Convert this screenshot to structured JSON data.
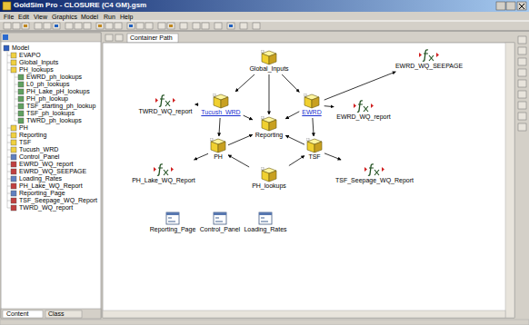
{
  "diagram": {
    "nodes": [
      {
        "text": [
          "Global_Inputs"
        ]
      },
      {
        "text": [
          "Tucush_WRD"
        ]
      },
      {
        "text": [
          "EWRD"
        ]
      },
      {
        "text": [
          "Reporting"
        ]
      },
      {
        "text": [
          "PH"
        ]
      },
      {
        "text": [
          "TSF"
        ]
      },
      {
        "text": [
          "PH_lookups"
        ]
      },
      {
        "text": [
          "TWRD_WQ_report"
        ]
      },
      {
        "text": [
          "EWRD_WQ_report"
        ]
      },
      {
        "text": [
          "EWRD_WQ_SEEPAGE"
        ]
      },
      {
        "text": [
          "PH_Lake_WQ_Report"
        ]
      },
      {
        "text": [
          "TSF_Seepage_WQ_Report"
        ]
      },
      {
        "text": [
          "Reporting_Page"
        ]
      },
      {
        "text": [
          "Control_Panel"
        ]
      },
      {
        "text": [
          "Loading_Rates"
        ]
      }
    ],
    "edges": [
      {
        "from": 0,
        "to": 1,
        "arrow": "to"
      },
      {
        "from": 0,
        "to": 2,
        "arrow": "to"
      },
      {
        "from": 0,
        "to": 3,
        "arrow": "to"
      },
      {
        "from": 1,
        "to": 7,
        "arrow": "to"
      },
      {
        "from": 1,
        "to": 3,
        "arrow": "to"
      },
      {
        "from": 1,
        "to": 4,
        "arrow": "to"
      },
      {
        "from": 2,
        "to": 3,
        "arrow": "to"
      },
      {
        "from": 2,
        "to": 5,
        "arrow": "to"
      },
      {
        "from": 2,
        "to": 8,
        "arrow": "to"
      },
      {
        "from": 2,
        "to": 9,
        "arrow": "to"
      },
      {
        "from": 4,
        "to": 3,
        "arrow": "to"
      },
      {
        "from": 5,
        "to": 3,
        "arrow": "to"
      },
      {
        "from": 6,
        "to": 4,
        "arrow": "to"
      },
      {
        "from": 6,
        "to": 5,
        "arrow": "to"
      },
      {
        "from": 4,
        "to": 10,
        "arrow": "to"
      },
      {
        "from": 5,
        "to": 11,
        "arrow": "to"
      }
    ],
    "labels": [
      "GoldSim Pro - CLOSURE (C4 GM).gsm",
      "File",
      "Edit",
      "View",
      "Graphics",
      "Model",
      "Run",
      "Help",
      "Model",
      "EVAPO",
      "Global_Inputs",
      "PH_lookups",
      "EWRD_ph_lookups",
      "L0_ph_lookups",
      "PH_Lake_pH_lookups",
      "PH_ph_lookup",
      "TSF_starting_ph_lookup",
      "TSF_ph_lookups",
      "TWRD_ph_lookups",
      "PH",
      "Reporting",
      "TSF",
      "Tucush_WRD",
      "Control_Panel",
      "EWRD_WQ_report",
      "EWRD_WQ_SEEPAGE",
      "Loading_Rates",
      "PH_Lake_WQ_Report",
      "Reporting_Page",
      "TSF_Seepage_WQ_Report",
      "TWRD_WQ_report",
      "Container Path",
      "Content",
      "Class"
    ]
  }
}
